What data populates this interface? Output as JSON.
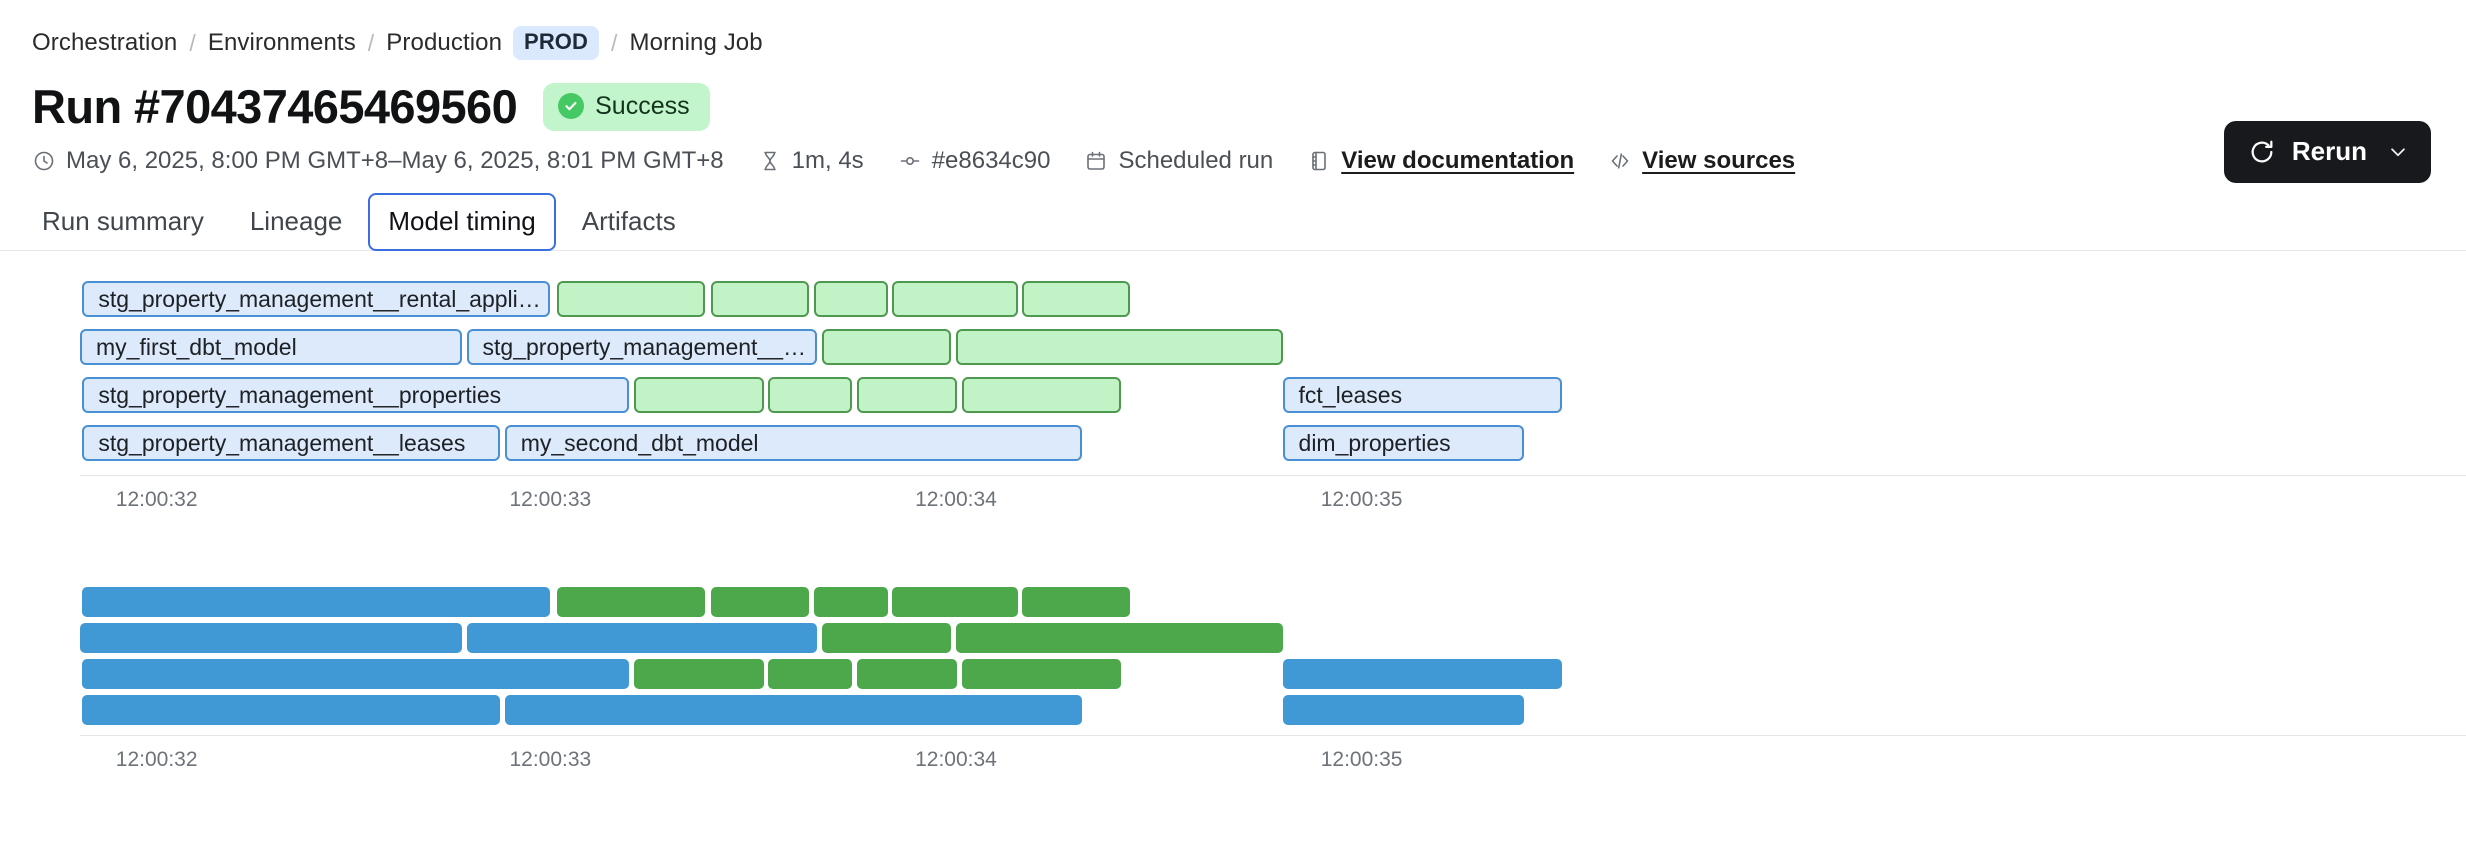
{
  "breadcrumb": {
    "items": [
      {
        "label": "Orchestration",
        "type": "link"
      },
      {
        "label": "Environments",
        "type": "link"
      },
      {
        "label": "Production",
        "type": "link"
      },
      {
        "label": "PROD",
        "type": "badge"
      },
      {
        "label": "Morning Job",
        "type": "current"
      }
    ],
    "separator": "/"
  },
  "header": {
    "title": "Run #70437465469560",
    "status": {
      "label": "Success",
      "color": "#c2f5cb",
      "icon": "check-circle-icon"
    },
    "rerun": {
      "label": "Rerun",
      "icon": "refresh-icon",
      "chevron": "chevron-down-icon"
    }
  },
  "meta": [
    {
      "icon": "clock-icon",
      "text": "May 6, 2025, 8:00 PM GMT+8–May 6, 2025, 8:01 PM GMT+8",
      "link": false
    },
    {
      "icon": "hourglass-icon",
      "text": "1m, 4s",
      "link": false
    },
    {
      "icon": "commit-icon",
      "text": "#e8634c90",
      "link": false
    },
    {
      "icon": "calendar-icon",
      "text": "Scheduled run",
      "link": false
    },
    {
      "icon": "book-icon",
      "text": "View documentation",
      "link": true
    },
    {
      "icon": "code-icon",
      "text": "View sources",
      "link": true
    }
  ],
  "tabs": [
    {
      "label": "Run summary",
      "active": false
    },
    {
      "label": "Lineage",
      "active": false
    },
    {
      "label": "Model timing",
      "active": true
    },
    {
      "label": "Artifacts",
      "active": false
    }
  ],
  "chart_data": {
    "type": "bar",
    "title": "Model timing",
    "xlabel": "",
    "ylabel": "",
    "grid": false,
    "legend": null,
    "axis_ticks": [
      "12:00:32",
      "12:00:33",
      "12:00:34",
      "12:00:35"
    ],
    "axis_tick_positions_pct": [
      1.5,
      18.0,
      35.0,
      52.0
    ],
    "colors": {
      "light_blue_fill": "#dceafb",
      "light_blue_stroke": "#4a8fd1",
      "light_green_fill": "#c2f3c6",
      "light_green_stroke": "#4f9850",
      "solid_blue": "#4098d4",
      "solid_green": "#4ca84a"
    },
    "charts": [
      {
        "name": "labeled-timing-chart",
        "style": "light",
        "rows": [
          {
            "bars": [
              {
                "label": "stg_property_management__rental_applications",
                "color": "blue",
                "left_pct": 0.1,
                "width_pct": 19.6
              },
              {
                "label": "",
                "color": "green",
                "left_pct": 20.0,
                "width_pct": 6.2
              },
              {
                "label": "",
                "color": "green",
                "left_pct": 26.45,
                "width_pct": 4.1
              },
              {
                "label": "",
                "color": "green",
                "left_pct": 30.75,
                "width_pct": 3.1
              },
              {
                "label": "",
                "color": "green",
                "left_pct": 34.05,
                "width_pct": 5.25
              },
              {
                "label": "",
                "color": "green",
                "left_pct": 39.5,
                "width_pct": 4.5
              }
            ]
          },
          {
            "bars": [
              {
                "label": "my_first_dbt_model",
                "color": "blue",
                "left_pct": 0.0,
                "width_pct": 16.0
              },
              {
                "label": "stg_property_management__units",
                "color": "blue",
                "left_pct": 16.2,
                "width_pct": 14.7
              },
              {
                "label": "",
                "color": "green",
                "left_pct": 31.1,
                "width_pct": 5.4
              },
              {
                "label": "",
                "color": "green",
                "left_pct": 36.7,
                "width_pct": 13.7
              }
            ]
          },
          {
            "bars": [
              {
                "label": "stg_property_management__properties",
                "color": "blue",
                "left_pct": 0.1,
                "width_pct": 22.9
              },
              {
                "label": "",
                "color": "green",
                "left_pct": 23.2,
                "width_pct": 5.45
              },
              {
                "label": "",
                "color": "green",
                "left_pct": 28.85,
                "width_pct": 3.5
              },
              {
                "label": "",
                "color": "green",
                "left_pct": 32.55,
                "width_pct": 4.2
              },
              {
                "label": "",
                "color": "green",
                "left_pct": 36.95,
                "width_pct": 6.7
              },
              {
                "label": "fct_leases",
                "color": "blue",
                "left_pct": 50.4,
                "width_pct": 11.7
              }
            ]
          },
          {
            "bars": [
              {
                "label": "stg_property_management__leases",
                "color": "blue",
                "left_pct": 0.1,
                "width_pct": 17.5
              },
              {
                "label": "my_second_dbt_model",
                "color": "blue",
                "left_pct": 17.8,
                "width_pct": 24.2
              },
              {
                "label": "dim_properties",
                "color": "blue",
                "left_pct": 50.4,
                "width_pct": 10.1
              }
            ]
          }
        ]
      },
      {
        "name": "solid-timing-chart",
        "style": "solid",
        "rows": [
          {
            "bars": [
              {
                "label": "",
                "color": "blue",
                "left_pct": 0.1,
                "width_pct": 19.6
              },
              {
                "label": "",
                "color": "green",
                "left_pct": 20.0,
                "width_pct": 6.2
              },
              {
                "label": "",
                "color": "green",
                "left_pct": 26.45,
                "width_pct": 4.1
              },
              {
                "label": "",
                "color": "green",
                "left_pct": 30.75,
                "width_pct": 3.1
              },
              {
                "label": "",
                "color": "green",
                "left_pct": 34.05,
                "width_pct": 5.25
              },
              {
                "label": "",
                "color": "green",
                "left_pct": 39.5,
                "width_pct": 4.5
              }
            ]
          },
          {
            "bars": [
              {
                "label": "",
                "color": "blue",
                "left_pct": 0.0,
                "width_pct": 16.0
              },
              {
                "label": "",
                "color": "blue",
                "left_pct": 16.2,
                "width_pct": 14.7
              },
              {
                "label": "",
                "color": "green",
                "left_pct": 31.1,
                "width_pct": 5.4
              },
              {
                "label": "",
                "color": "green",
                "left_pct": 36.7,
                "width_pct": 13.7
              }
            ]
          },
          {
            "bars": [
              {
                "label": "",
                "color": "blue",
                "left_pct": 0.1,
                "width_pct": 22.9
              },
              {
                "label": "",
                "color": "green",
                "left_pct": 23.2,
                "width_pct": 5.45
              },
              {
                "label": "",
                "color": "green",
                "left_pct": 28.85,
                "width_pct": 3.5
              },
              {
                "label": "",
                "color": "green",
                "left_pct": 32.55,
                "width_pct": 4.2
              },
              {
                "label": "",
                "color": "green",
                "left_pct": 36.95,
                "width_pct": 6.7
              },
              {
                "label": "",
                "color": "blue",
                "left_pct": 50.4,
                "width_pct": 11.7
              }
            ]
          },
          {
            "bars": [
              {
                "label": "",
                "color": "blue",
                "left_pct": 0.1,
                "width_pct": 17.5
              },
              {
                "label": "",
                "color": "blue",
                "left_pct": 17.8,
                "width_pct": 24.2
              },
              {
                "label": "",
                "color": "blue",
                "left_pct": 50.4,
                "width_pct": 10.1
              }
            ]
          }
        ]
      }
    ]
  }
}
